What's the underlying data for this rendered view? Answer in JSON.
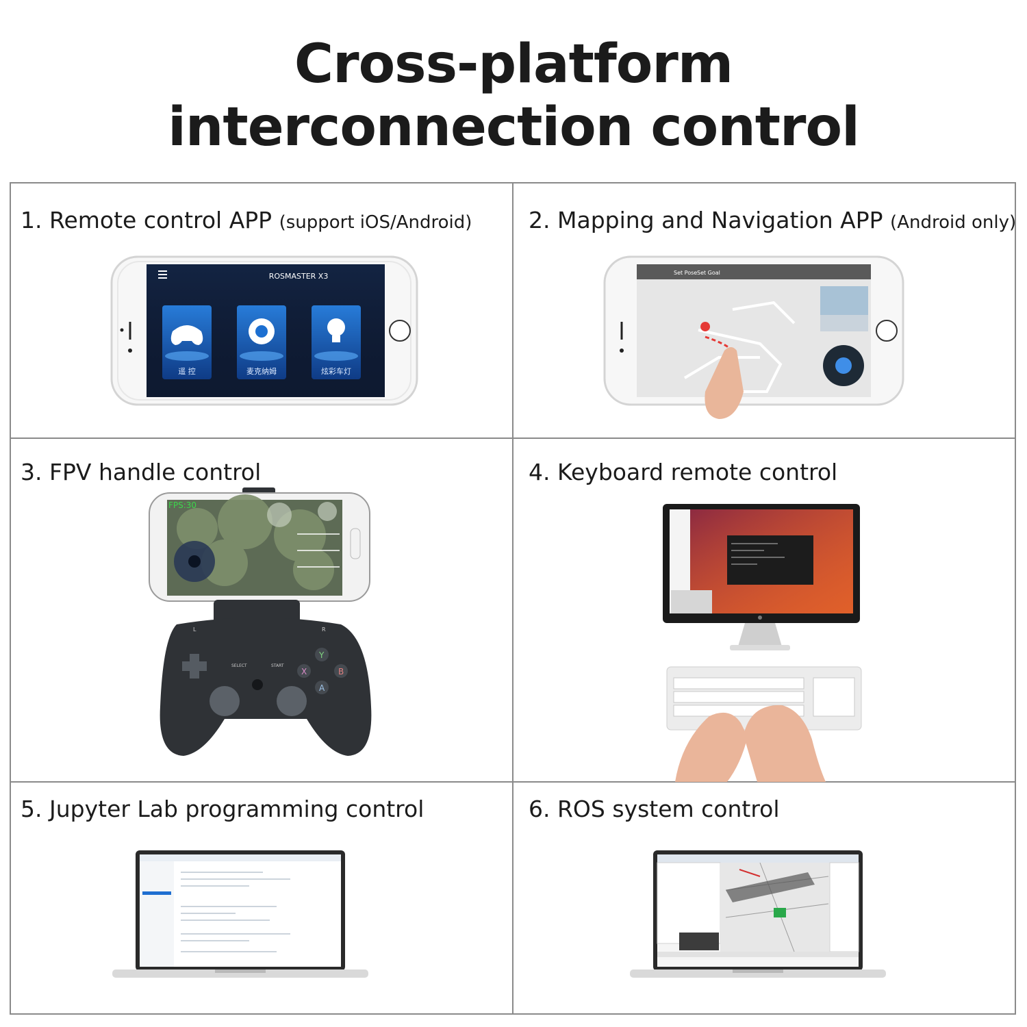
{
  "headline": {
    "line1": "Cross-platform",
    "line2": "interconnection control"
  },
  "cells": [
    {
      "number": "1.",
      "title": "Remote control APP",
      "note": "(support iOS/Android)"
    },
    {
      "number": "2.",
      "title": "Mapping and Navigation APP",
      "note": "(Android only)"
    },
    {
      "number": "3.",
      "title": "FPV handle control",
      "note": ""
    },
    {
      "number": "4.",
      "title": "Keyboard remote control",
      "note": ""
    },
    {
      "number": "5.",
      "title": "Jupyter Lab programming control",
      "note": ""
    },
    {
      "number": "6.",
      "title": "ROS system control",
      "note": ""
    }
  ],
  "app1": {
    "screen_title": "ROSMASTER X3",
    "tiles": [
      "遥 控",
      "麦克纳姆",
      "炫彩车灯"
    ]
  },
  "app2": {
    "toolbar": [
      "Set Pose",
      "Set Goal"
    ]
  },
  "fpv": {
    "overlay_text": "FPS:30",
    "gamepad_buttons": {
      "select": "SELECT",
      "start": "START",
      "l": "L",
      "r": "R",
      "y": "Y",
      "x": "X",
      "b": "B",
      "a": "A"
    }
  },
  "colors": {
    "app_screen_dark": "#0f1b33",
    "tile_blue": "#1c6fd1",
    "ubuntu_orange": "#e0602a",
    "gamepad": "#2f3236",
    "route_red": "#e53935"
  }
}
